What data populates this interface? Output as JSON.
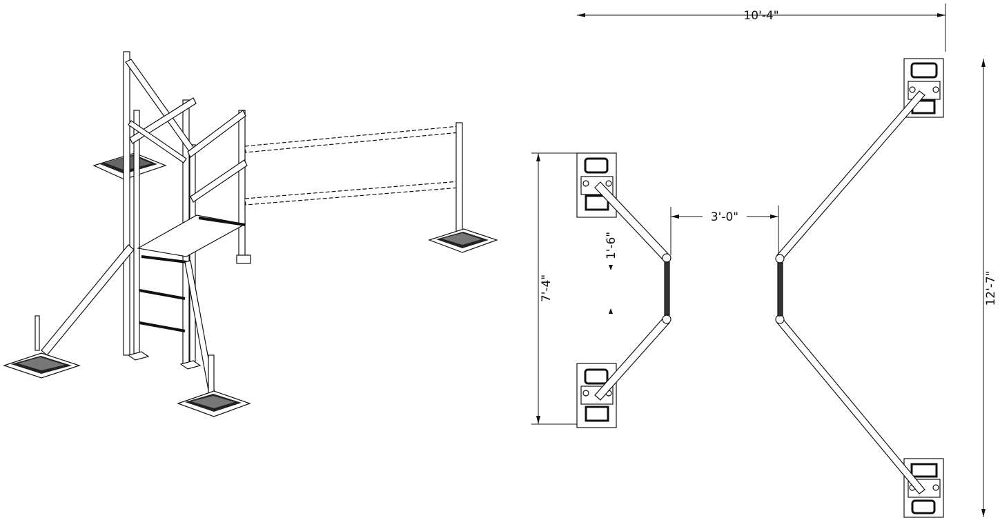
{
  "dimensions": {
    "overall_width": "10'-4\"",
    "overall_height": "12'-7\"",
    "left_height": "7'-4\"",
    "platform_depth": "1'-6\"",
    "gap_width": "3'-0\""
  }
}
